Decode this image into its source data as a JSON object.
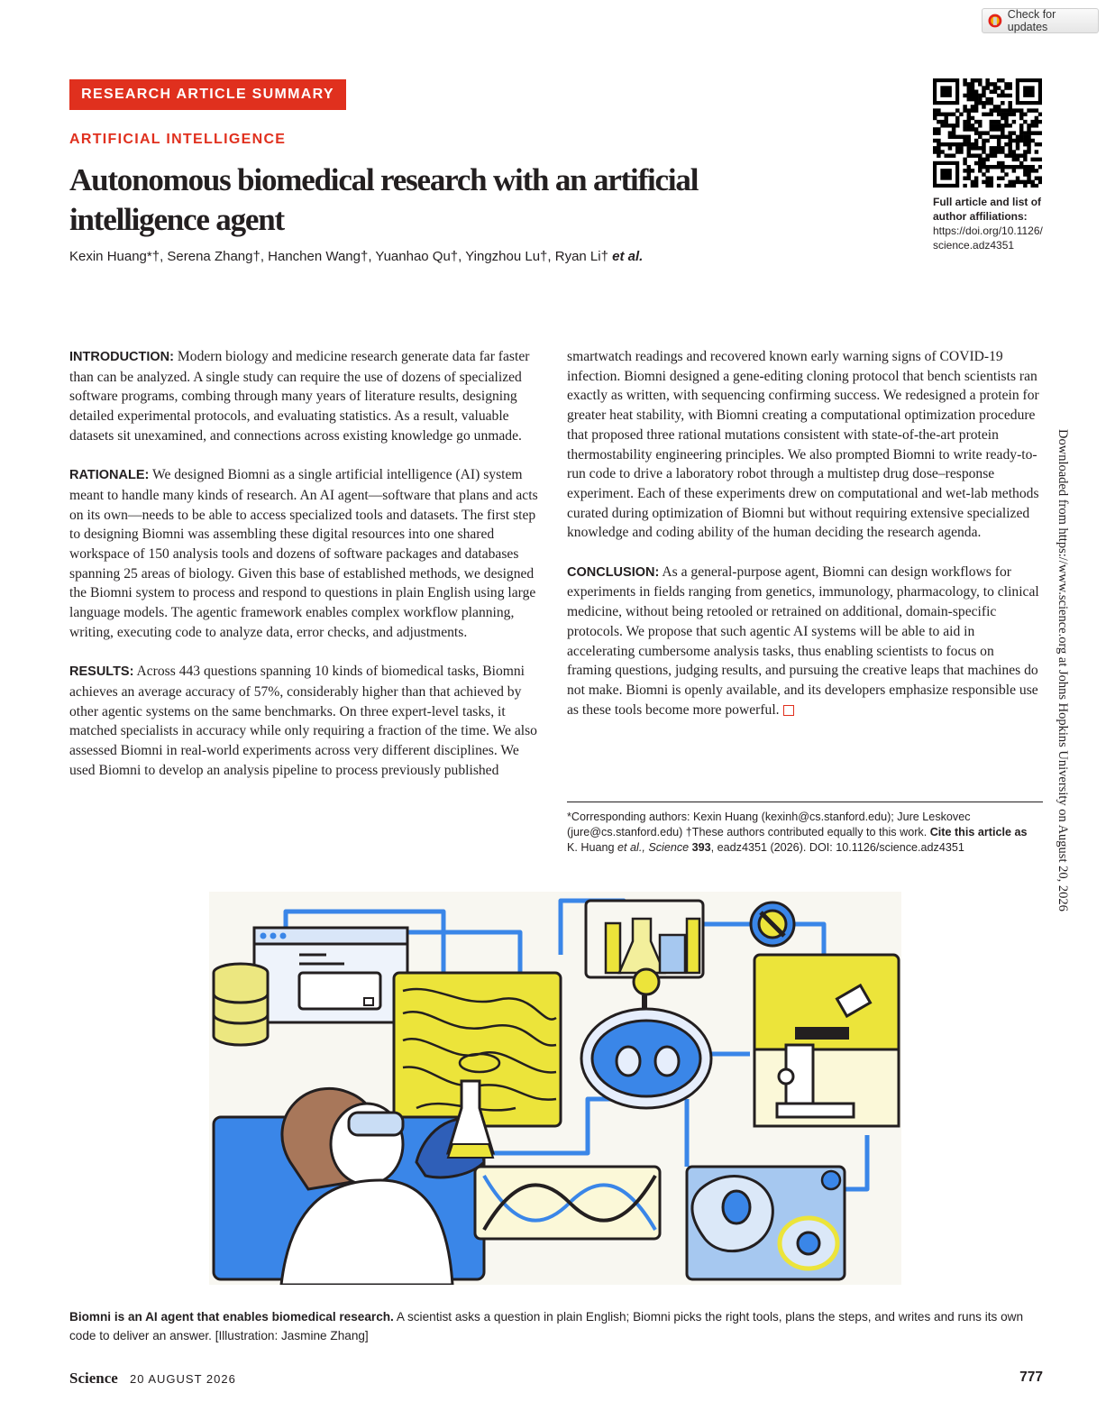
{
  "check_updates": {
    "label": "Check for updates"
  },
  "header": {
    "section_badge": "RESEARCH ARTICLE SUMMARY",
    "category": "ARTIFICIAL INTELLIGENCE",
    "title": "Autonomous biomedical research with an artificial intelligence agent",
    "authors": "Kexin Huang*†, Serena Zhang†, Hanchen Wang†, Yuanhao Qu†, Yingzhou Lu†, Ryan Li†",
    "authors_etal": "et al."
  },
  "qr_block": {
    "caption_bold": "Full article and list of author affiliations:",
    "link": "https://doi.org/10.1126/ science.adz4351"
  },
  "summary": {
    "introduction": {
      "heading": "INTRODUCTION:",
      "text": "Modern biology and medicine research generate data far faster than can be analyzed. A single study can require the use of dozens of specialized software programs, combing through many years of literature results, designing detailed experimental protocols, and evaluating statistics. As a result, valuable datasets sit unexamined, and connections across existing knowledge go unmade."
    },
    "rationale": {
      "heading": "RATIONALE:",
      "text": "We designed Biomni as a single artificial intelligence (AI) system meant to handle many kinds of research. An AI agent—software that plans and acts on its own—needs to be able to access specialized tools and datasets. The first step to designing Biomni was assembling these digital resources into one shared workspace of 150 analysis tools and dozens of software packages and databases spanning 25 areas of biology. Given this base of established methods, we designed the Biomni system to process and respond to questions in plain English using large language models. The agentic framework enables complex workflow planning, writing, executing code to analyze data, error checks, and adjustments."
    },
    "results": {
      "heading": "RESULTS:",
      "text": "Across 443 questions spanning 10 kinds of biomedical tasks, Biomni achieves an average accuracy of 57%, considerably higher than that achieved by other agentic systems on the same benchmarks. On three expert-level tasks, it matched specialists in accuracy while only requiring a fraction of the time. We also assessed Biomni in real-world experiments across very different disciplines. We used Biomni to develop an analysis pipeline to process previously published"
    },
    "results_cont": "smartwatch readings and recovered known early warning signs of COVID-19 infection. Biomni designed a gene-editing cloning protocol that bench scientists ran exactly as written, with sequencing confirming success. We redesigned a protein for greater heat stability, with Biomni creating a computational optimization procedure that proposed three rational mutations consistent with state-of-the-art protein thermostability engineering principles. We also prompted Biomni to write ready-to-run code to drive a laboratory robot through a multistep drug dose–response experiment. Each of these experiments drew on computational and wet-lab methods curated during optimization of Biomni but without requiring extensive specialized knowledge and coding ability of the human deciding the research agenda.",
    "conclusion": {
      "heading": "CONCLUSION:",
      "text": "As a general-purpose agent, Biomni can design workflows for experiments in fields ranging from genetics, immunology, pharmacology, to clinical medicine, without being retooled or retrained on additional, domain-specific protocols. We propose that such agentic AI systems will be able to aid in accelerating cumbersome analysis tasks, thus enabling scientists to focus on framing questions, judging results, and pursuing the creative leaps that machines do not make. Biomni is openly available, and its developers emphasize responsible use as these tools become more powerful."
    }
  },
  "footnote": {
    "corresponding": "*Corresponding authors: Kexin Huang (kexinh@cs.stanford.edu); Jure Leskovec (jure@cs.stanford.edu)",
    "equal": " †These authors contributed equally to this work.",
    "cite_label": " Cite this article as",
    "cite_authors": "K. Huang",
    "cite_etal": " et al.",
    "cite_journal": ", Science",
    "cite_volume": " 393",
    "cite_rest": ", eadz4351 (2026). DOI: 10.1126/science.adz4351"
  },
  "sidebar_note": "Downloaded from https://www.science.org at Johns Hopkins University on August 20, 2026",
  "figure_caption": {
    "bold": "Biomni is an AI agent that enables biomedical research.",
    "text": " A scientist asks a question in plain English; Biomni picks the right tools, plans the steps, and writes and runs its own code to deliver an answer. [Illustration: Jasmine Zhang]"
  },
  "footer": {
    "journal": "Science",
    "date": "20 AUGUST 2026",
    "page": "777"
  },
  "colors": {
    "accent_red": "#e0301e",
    "fig_blue": "#3a86e8",
    "fig_yellow": "#ece43a",
    "fig_cream": "#fbf8d8",
    "ink": "#231f20"
  },
  "icons": {
    "check_updates": "crossmark-icon",
    "end_mark": "end-square-icon"
  }
}
